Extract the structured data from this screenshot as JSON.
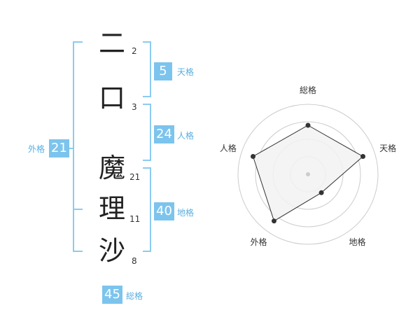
{
  "name": {
    "characters": [
      {
        "char": "二",
        "strokes": "2"
      },
      {
        "char": "口",
        "strokes": "3"
      },
      {
        "char": "魔",
        "strokes": "21"
      },
      {
        "char": "理",
        "strokes": "11"
      },
      {
        "char": "沙",
        "strokes": "8"
      }
    ]
  },
  "fortunes": {
    "tenkaku": {
      "value": "5",
      "label": "天格"
    },
    "jinkaku": {
      "value": "24",
      "label": "人格"
    },
    "chikaku": {
      "value": "40",
      "label": "地格"
    },
    "gaikaku": {
      "value": "21",
      "label": "外格"
    },
    "soukaku": {
      "value": "45",
      "label": "総格"
    }
  },
  "colors": {
    "accent": "#7cc4ee",
    "bracket": "#8ccbf0",
    "radar_fill": "#f2f2f2",
    "radar_ring_stroke": "#cccccc",
    "radar_polygon_stroke": "#333333"
  },
  "chart_data": {
    "type": "radar",
    "axes": [
      "総格",
      "天格",
      "地格",
      "外格",
      "人格"
    ],
    "levels": 4,
    "max": 4,
    "values": [
      2.8,
      3.3,
      1.3,
      3.3,
      3.3
    ],
    "grid": true
  }
}
